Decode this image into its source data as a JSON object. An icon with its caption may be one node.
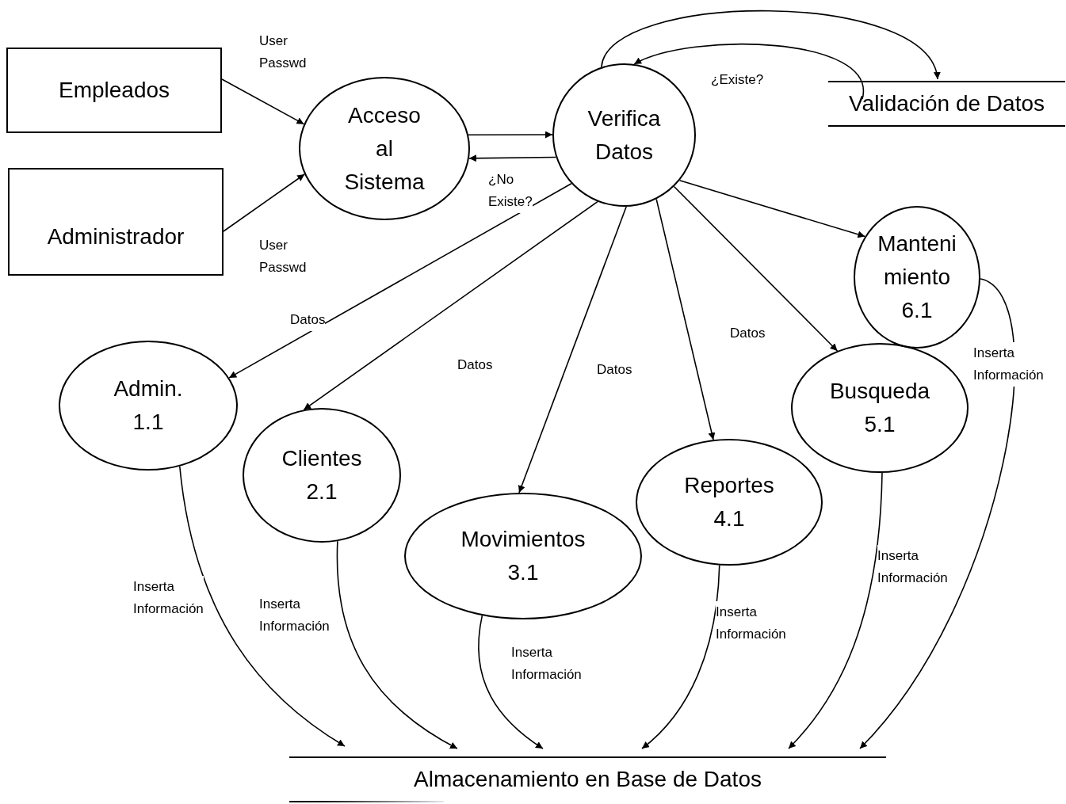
{
  "diagram": {
    "nodes": [
      {
        "text": [
          "Empleados"
        ]
      },
      {
        "text": [
          "Administrador"
        ]
      },
      {
        "text": [
          "Acceso al Sistema"
        ]
      },
      {
        "text": [
          "Verifica Datos"
        ]
      },
      {
        "text": [
          "Validación de Datos"
        ]
      },
      {
        "text": [
          "Manteni miento",
          "6.1"
        ]
      },
      {
        "text": [
          "Admin.",
          "1.1"
        ]
      },
      {
        "text": [
          "Clientes",
          "2.1"
        ]
      },
      {
        "text": [
          "Movimientos",
          "3.1"
        ]
      },
      {
        "text": [
          "Reportes",
          "4.1"
        ]
      },
      {
        "text": [
          "Busqueda",
          "5.1"
        ]
      },
      {
        "text": [
          "Almacenamiento en Base de Datos"
        ]
      }
    ],
    "edges": [
      {
        "from": 0,
        "to": 2,
        "arrow": "to",
        "label": "User Passwd"
      },
      {
        "from": 1,
        "to": 2,
        "arrow": "to",
        "label": "User Passwd"
      },
      {
        "from": 2,
        "to": 3,
        "arrow": "to"
      },
      {
        "from": 3,
        "to": 2,
        "arrow": "to",
        "label": "¿No Existe?"
      },
      {
        "from": 3,
        "to": 4,
        "arrow": "to"
      },
      {
        "from": 4,
        "to": 3,
        "arrow": "to",
        "label": "¿Existe?"
      },
      {
        "from": 3,
        "to": 6,
        "arrow": "to",
        "label": "Datos"
      },
      {
        "from": 3,
        "to": 7,
        "arrow": "to",
        "label": "Datos"
      },
      {
        "from": 3,
        "to": 8,
        "arrow": "to",
        "label": "Datos"
      },
      {
        "from": 3,
        "to": 9,
        "arrow": "to",
        "label": "Datos"
      },
      {
        "from": 3,
        "to": 10,
        "arrow": "to"
      },
      {
        "from": 3,
        "to": 5,
        "arrow": "to"
      },
      {
        "from": 6,
        "to": 11,
        "arrow": "to",
        "label": "Inserta Información"
      },
      {
        "from": 7,
        "to": 11,
        "arrow": "to",
        "label": "Inserta Información"
      },
      {
        "from": 8,
        "to": 11,
        "arrow": "to",
        "label": "Inserta Información"
      },
      {
        "from": 9,
        "to": 11,
        "arrow": "to",
        "label": "Inserta Información"
      },
      {
        "from": 10,
        "to": 11,
        "arrow": "to",
        "label": "Inserta Información"
      },
      {
        "from": 5,
        "to": 11,
        "arrow": "to",
        "label": "Inserta Información"
      }
    ]
  }
}
